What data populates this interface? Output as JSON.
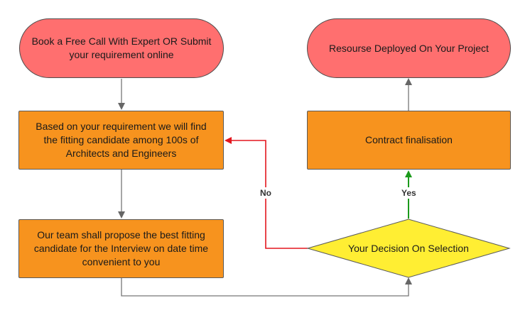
{
  "nodes": {
    "start": "Book a Free Call With Expert OR Submit your requirement online",
    "find": "Based on your requirement we will find the fitting candidate among 100s of Architects and Engineers",
    "propose": "Our team shall propose the best fitting candidate for the Interview on date time convenient to you",
    "decision": "Your Decision On Selection",
    "contract": "Contract finalisation",
    "deployed": "Resourse Deployed On Your Project"
  },
  "edges": {
    "no_label": "No",
    "yes_label": "Yes"
  },
  "colors": {
    "pill_fill": "#ff6f6f",
    "process_fill": "#f7931e",
    "decision_fill": "#ffee33",
    "no_edge": "#e3161e",
    "yes_edge": "#1b9a1b",
    "default_edge": "#777777"
  }
}
